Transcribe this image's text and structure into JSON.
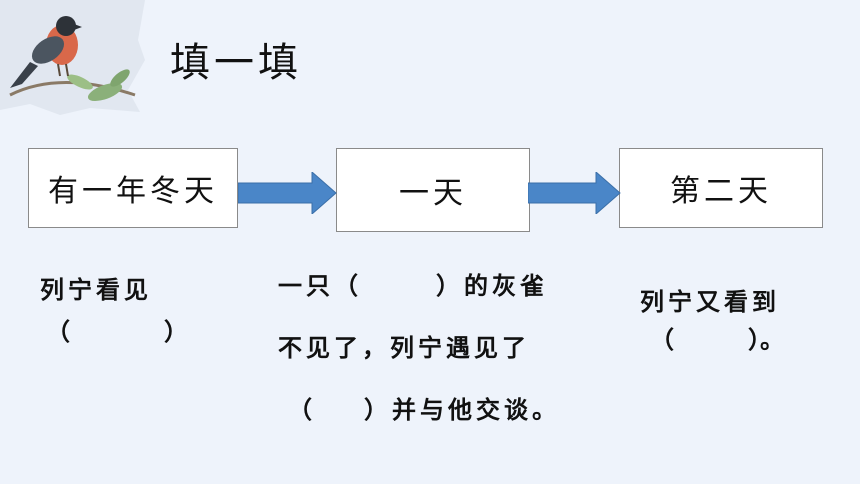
{
  "title": "填一填",
  "boxes": [
    {
      "label": "有一年冬天"
    },
    {
      "label": "一天"
    },
    {
      "label": "第二天"
    }
  ],
  "col1": {
    "line1": "列宁看见",
    "paren_open": "（",
    "paren_close": "）"
  },
  "col2": {
    "line1_a": "一只（",
    "line1_b": "）的灰雀",
    "line2": "不见了，列宁遇见了",
    "line3_open": "（",
    "line3_close": "）并与他交谈。"
  },
  "col3": {
    "line1": "列宁又看到",
    "paren_open": "（",
    "paren_close": "）。"
  },
  "colors": {
    "background": "#eef3fb",
    "arrow": "#4a86c8",
    "box_border": "#8a8a8a"
  }
}
